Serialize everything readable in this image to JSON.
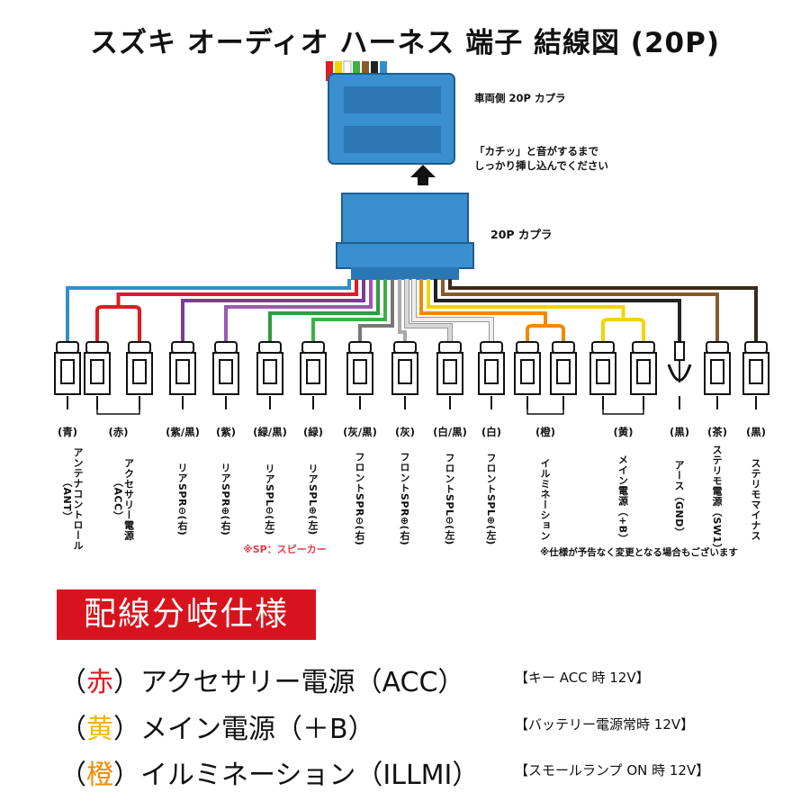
{
  "title": "スズキ オーディオ ハーネス 端子 結線図 (20P)",
  "vehicle_connector_label": "車両側 20P カプラ",
  "click_note": [
    "「カチッ」と音がするまで",
    "しっかり挿し込んでください"
  ],
  "connector_label": "20P カプラ",
  "terminals": [
    {
      "color_label": "(青)",
      "name": "アンテナコントロール（ANT）",
      "wire_color": "#2f8fd0"
    },
    {
      "color_label": "(赤)",
      "name": "アクセサリー電源（ACC）",
      "wire_color": "#e01b22"
    },
    {
      "color_label": "(紫/黒)",
      "name": "リアSPR⊖(右)",
      "wire_color": "#7a3c9a"
    },
    {
      "color_label": "(紫)",
      "name": "リアSPR⊕(右)",
      "wire_color": "#9b58b5"
    },
    {
      "color_label": "(緑/黒)",
      "name": "リアSPL⊖(左)",
      "wire_color": "#2e9d3a"
    },
    {
      "color_label": "(緑)",
      "name": "リアSPL⊕(左)",
      "wire_color": "#3cb043"
    },
    {
      "color_label": "(灰/黒)",
      "name": "フロントSPR⊖(右)",
      "wire_color": "#777777"
    },
    {
      "color_label": "(灰)",
      "name": "フロントSPR⊕(右)",
      "wire_color": "#a9a9a9"
    },
    {
      "color_label": "(白/黒)",
      "name": "フロントSPL⊖(左)",
      "wire_color": "#d8d8d8"
    },
    {
      "color_label": "(白)",
      "name": "フロントSPL⊕(左)",
      "wire_color": "#efefef"
    },
    {
      "color_label": "(橙)",
      "name": "イルミネーション",
      "wire_color": "#f08a00"
    },
    {
      "color_label": "(黄)",
      "name": "メイン電源（+B）",
      "wire_color": "#f5d300"
    },
    {
      "color_label": "(黒)",
      "name": "アース（GND）",
      "wire_color": "#222222"
    },
    {
      "color_label": "(茶)",
      "name": "ステリモ電源（SW1）",
      "wire_color": "#8a5a2b"
    },
    {
      "color_label": "(黒)",
      "name": "ステリモマイナス",
      "wire_color": "#3a2a1a"
    }
  ],
  "sp_note": "※SP：スピーカー",
  "spec_note": "※仕様が予告なく変更となる場合もございます",
  "branch_title": "配線分岐仕様",
  "branch_rows": [
    {
      "color_word": "赤",
      "color": "#e01b22",
      "label": "アクセサリー電源（ACC）",
      "bracket": "【キー ACC 時 12V】"
    },
    {
      "color_word": "黄",
      "color": "#f2b800",
      "label": "メイン電源（＋B）",
      "bracket": "【バッテリー電源常時 12V】"
    },
    {
      "color_word": "橙",
      "color": "#f08a00",
      "label": "イルミネーション（ILLMI）",
      "bracket": "【スモールランプ ON 時 12V】"
    }
  ],
  "colors": {
    "connector_blue": "#3a8fcf",
    "accent_red": "#d7141e"
  }
}
